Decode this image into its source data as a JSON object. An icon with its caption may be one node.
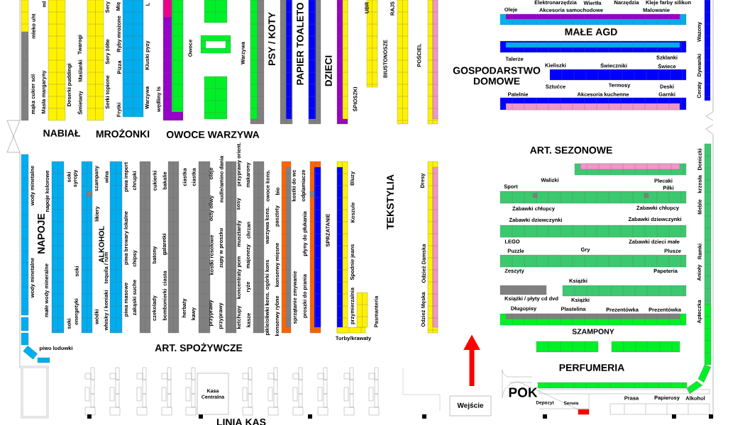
{
  "diagram": {
    "nodes": [
      {
        "text": [
          "Kasa Centralna"
        ]
      },
      {
        "text": [
          "Wejście"
        ]
      }
    ],
    "labels": [
      "mleko uht",
      "ml",
      "mąka cukier sól",
      "Masła margaryny",
      "Deserki puddingi",
      "Śmietany",
      "Maślanki",
      "Twarogi",
      "Sery",
      "Mię",
      "Serki topione",
      "Sery żółte",
      "Frytki",
      "Pizza",
      "Ryby mrożone",
      "Warzywa",
      "Kluski pyzy",
      "L",
      "wędliny ls",
      "Owoce",
      "Warzywa",
      "PSY / KOTY",
      "PAPIER TOALETO",
      "DZIECI",
      "ŚPIOSZKI",
      "UBR",
      "BIUSTONOSZE",
      "RAJS",
      "POŚCIEL",
      "NABIAŁ",
      "MROŻONKI",
      "OWOCE WARZYWA",
      "Elektronarzędzia",
      "Wiertła",
      "Narzędzia",
      "Kleje farby silikon",
      "Oleje",
      "Akcesoria samochodowe",
      "Malowanie",
      "MAŁE AGD",
      "Talerze",
      "Szklanki",
      "Kieliszki",
      "Świeczniki",
      "Świece",
      "GOSPODARSTWO DOMOWE",
      "Sztućce",
      "Termosy",
      "Deski",
      "Patelnie",
      "Akcesoria kuchenne",
      "Garnki",
      "Ceraty",
      "Dywaniki",
      "Wazony",
      "ART. SEZONOWE",
      "Walizki",
      "Plecaki",
      "Sport",
      "Piłki",
      "Zabawki chłopcy",
      "Zabawki chłopcy",
      "Zabawki dziewczynki",
      "Zabawki dziewczynki",
      "LEGO",
      "Zabawki dzieci małe",
      "Puzzle",
      "Gry",
      "Plusze",
      "Zeszyty",
      "Papeteria",
      "Książki",
      "Książki / płyty cd dvd",
      "Książki",
      "Długopisy",
      "Plastelina",
      "Prezentówka",
      "Prezentówka",
      "SZAMPONY",
      "PERFUMERIA",
      "Doniczki",
      "krzesła",
      "Meble",
      "Ramki",
      "Anioły",
      "Apteczka",
      "POK",
      "Depozyt",
      "Serwis",
      "Prasa",
      "Papierosy",
      "Alkohol",
      "wody minetalne",
      "napoje kolorowe",
      "NAPOJE",
      "wody minetalne",
      "małe wody mineralne",
      "soki",
      "syropy",
      "soki",
      "soki",
      "energetyki",
      "szampany",
      "wina",
      "likiery",
      "ALKOHOL",
      "tequila / rum",
      "wódki",
      "whisky / koniaki",
      "piwa import",
      "chrupki",
      "piwa browary lokalne",
      "chipsy",
      "piwa masowe",
      "zakąski suche",
      "cukierki",
      "bakalie",
      "batony",
      "galaretki",
      "ciasta",
      "czekolady",
      "bombonierki",
      "ciastka",
      "ciastka",
      "herbaty",
      "kawy",
      "oleje",
      "octy oliwy",
      "nudle/amino dania",
      "kostki rosołowe",
      "zupy w proszku",
      "przyprawy",
      "przyprawy",
      "przyprawy orient.",
      "sosy",
      "makarony",
      "musztardy",
      "chrzan",
      "majonezy",
      "koncentraty pom",
      "ryże",
      "ketchupy",
      "kasze",
      "owoce kons.",
      "warzywa kons.",
      "pikle/oliwki kons. ogórki kons",
      "bio",
      "pasztety",
      "konserwy mięsne",
      "konserwy rybne",
      "kostki do wc",
      "odplamiacze",
      "płyny do płukania",
      "sprzątanie zmywanie",
      "proszki do prania",
      "SPRZATANIE",
      "Bluzy",
      "Koszule",
      "Spodnie jeans",
      "przymierzalnia",
      "Pasmanteria",
      "Torby/krawaty",
      "TEKSTYLIA",
      "Dresy",
      "Odzież Damska",
      "Odzież Męska",
      "piwo lodowki",
      "ART. SPOŻYWCZE",
      "LINIA KAS"
    ]
  }
}
